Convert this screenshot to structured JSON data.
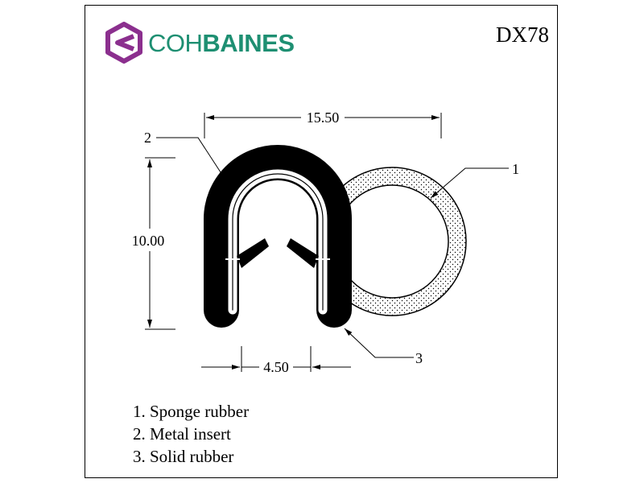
{
  "brand": {
    "name_part1": "COH",
    "name_part2": "BAINES",
    "logo_colors": {
      "purple": "#8b2f8e",
      "green": "#1e8f72"
    }
  },
  "product_code": "DX78",
  "dimensions": {
    "width": "15.50",
    "height": "10.00",
    "opening": "4.50"
  },
  "callouts": {
    "c1": "1",
    "c2": "2",
    "c3": "3"
  },
  "legend": [
    "1. Sponge rubber",
    "2. Metal insert",
    "3. Solid rubber"
  ]
}
